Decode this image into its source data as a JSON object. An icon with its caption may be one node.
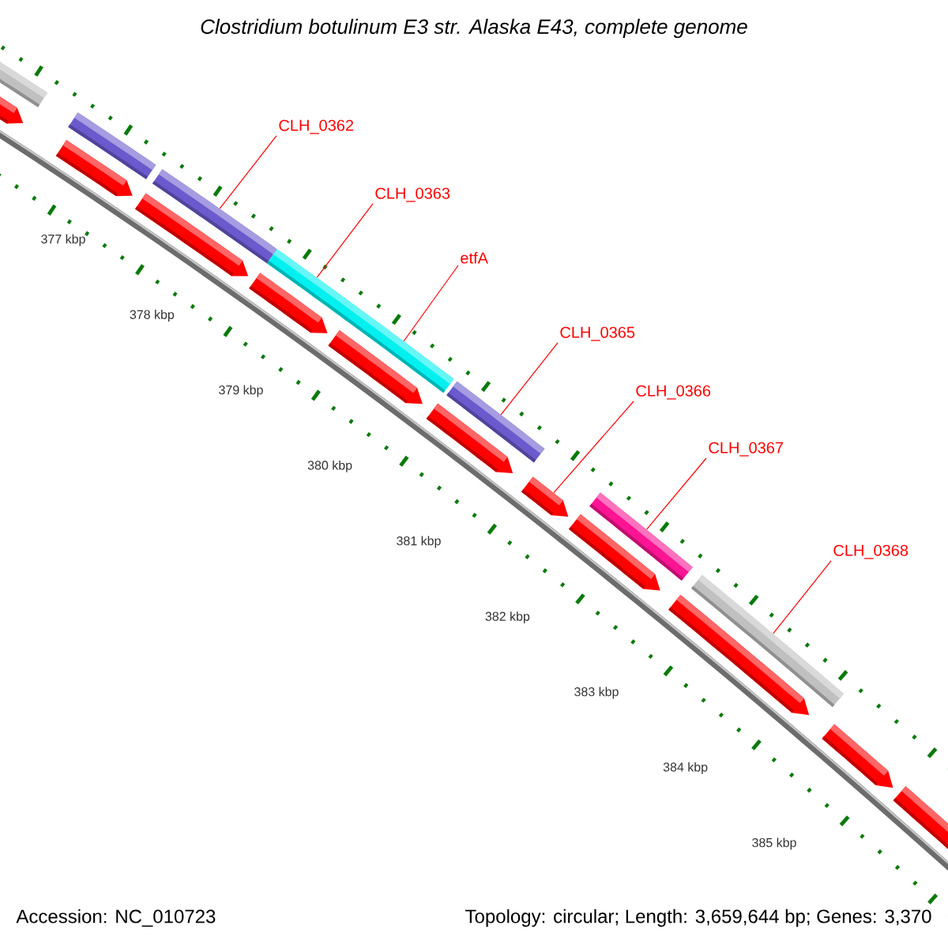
{
  "diagram": {
    "title": "Clostridium botulinum E3 str. Alaska E43, complete genome",
    "nodes": [
      {
        "text": [
          "CLH_0362"
        ]
      },
      {
        "text": [
          "CLH_0363"
        ]
      },
      {
        "text": [
          "etfA"
        ]
      },
      {
        "text": [
          "CLH_0365"
        ]
      },
      {
        "text": [
          "CLH_0366"
        ]
      },
      {
        "text": [
          "CLH_0367"
        ]
      },
      {
        "text": [
          "CLH_0368"
        ]
      },
      {
        "text": [],
        "shape": "bar"
      },
      {
        "text": [],
        "shape": "bar"
      },
      {
        "text": [],
        "shape": "bar"
      },
      {
        "text": [],
        "shape": "bar"
      },
      {
        "text": [],
        "shape": "bar"
      },
      {
        "text": [],
        "shape": "bar"
      },
      {
        "text": [],
        "shape": "bar"
      }
    ],
    "edges": [
      {
        "from": 0,
        "to": 7,
        "arrow": "none",
        "color": "#ff0000"
      },
      {
        "from": 1,
        "to": 8,
        "arrow": "none",
        "color": "#ff0000"
      },
      {
        "from": 2,
        "to": 9,
        "arrow": "none",
        "color": "#ff0000"
      },
      {
        "from": 3,
        "to": 10,
        "arrow": "none",
        "color": "#ff0000"
      },
      {
        "from": 4,
        "to": 11,
        "arrow": "none",
        "color": "#ff0000"
      },
      {
        "from": 5,
        "to": 12,
        "arrow": "none",
        "color": "#ff0000"
      },
      {
        "from": 6,
        "to": 13,
        "arrow": "none",
        "color": "#ff0000"
      }
    ],
    "labels": [
      "377 kbp",
      "378 kbp",
      "379 kbp",
      "380 kbp",
      "381 kbp",
      "382 kbp",
      "383 kbp",
      "384 kbp",
      "385 kbp",
      "Accession: NC_010723",
      "Topology: circular; Length: 3,659,644 bp; Genes: 3,370"
    ]
  }
}
